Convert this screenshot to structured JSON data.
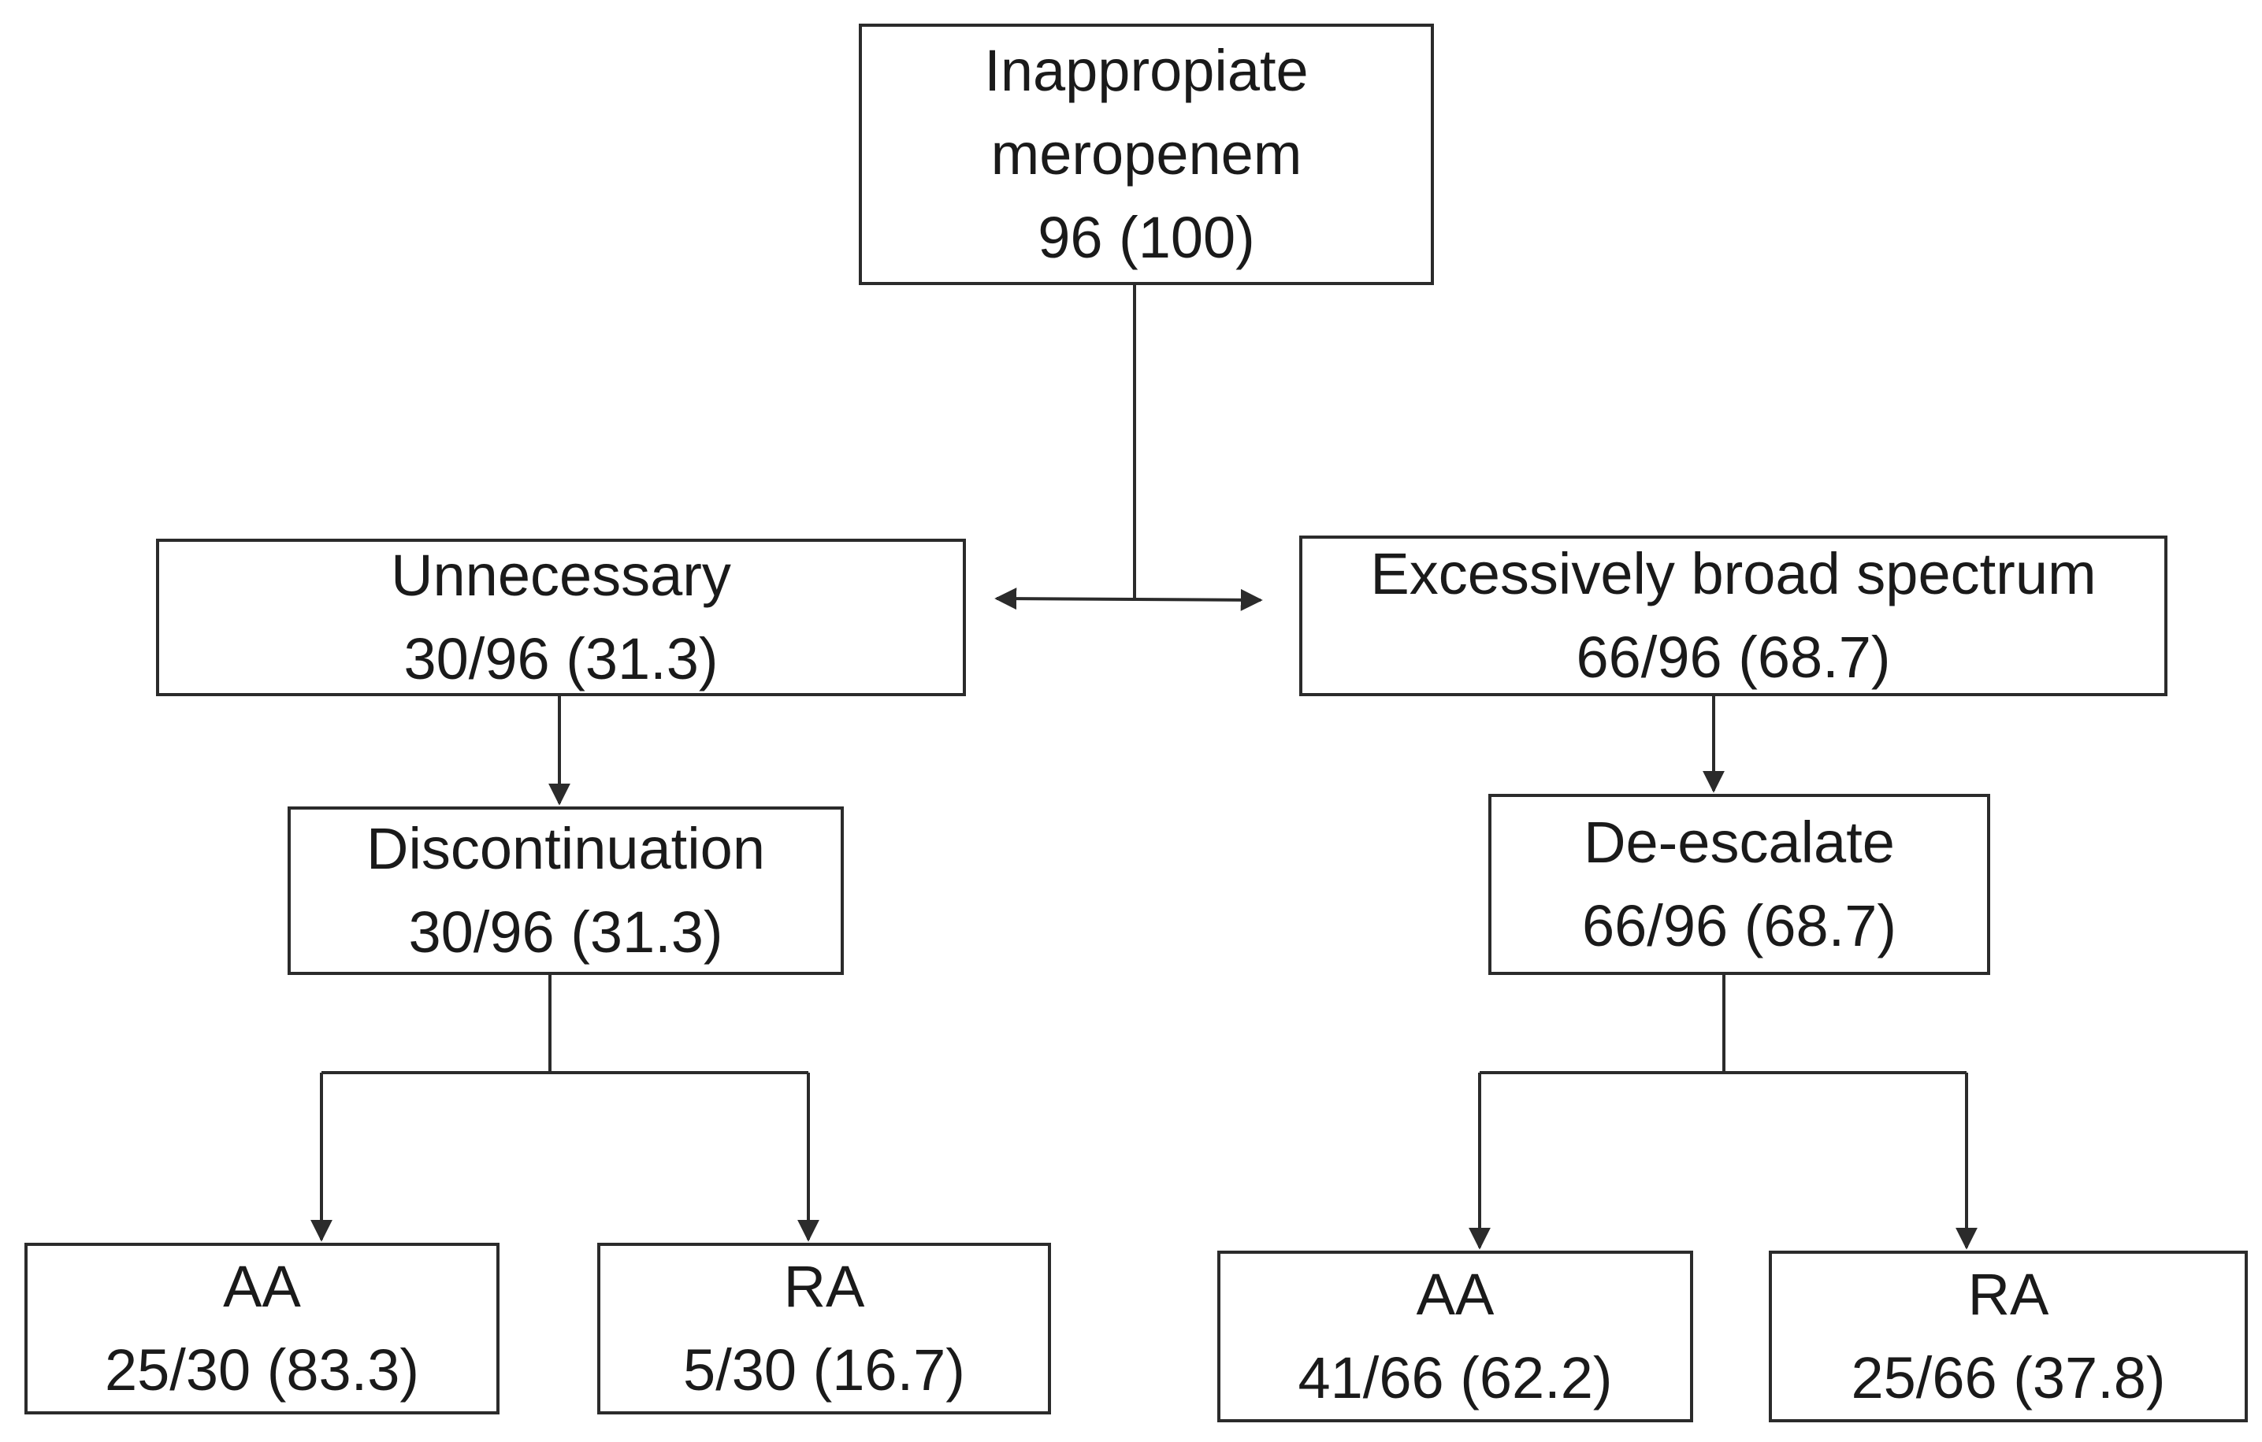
{
  "nodes": {
    "root": {
      "line1": "Inappropiate",
      "line2": "meropenem",
      "line3": "96 (100)"
    },
    "unnec": {
      "line1": "Unnecessary",
      "line2": "30/96 (31.3)"
    },
    "broad": {
      "line1": "Excessively broad spectrum",
      "line2": "66/96 (68.7)"
    },
    "disc": {
      "line1": "Discontinuation",
      "line2": "30/96 (31.3)"
    },
    "deesc": {
      "line1": "De-escalate",
      "line2": "66/96 (68.7)"
    },
    "aa_left": {
      "line1": "AA",
      "line2": "25/30 (83.3)"
    },
    "ra_left": {
      "line1": "RA",
      "line2": "5/30 (16.7)"
    },
    "aa_right": {
      "line1": "AA",
      "line2": "41/66 (62.2)"
    },
    "ra_right": {
      "line1": "RA",
      "line2": "25/66 (37.8)"
    }
  },
  "colors": {
    "stroke": "#2b2b2b",
    "text": "#1a1a1a",
    "background": "#ffffff"
  }
}
